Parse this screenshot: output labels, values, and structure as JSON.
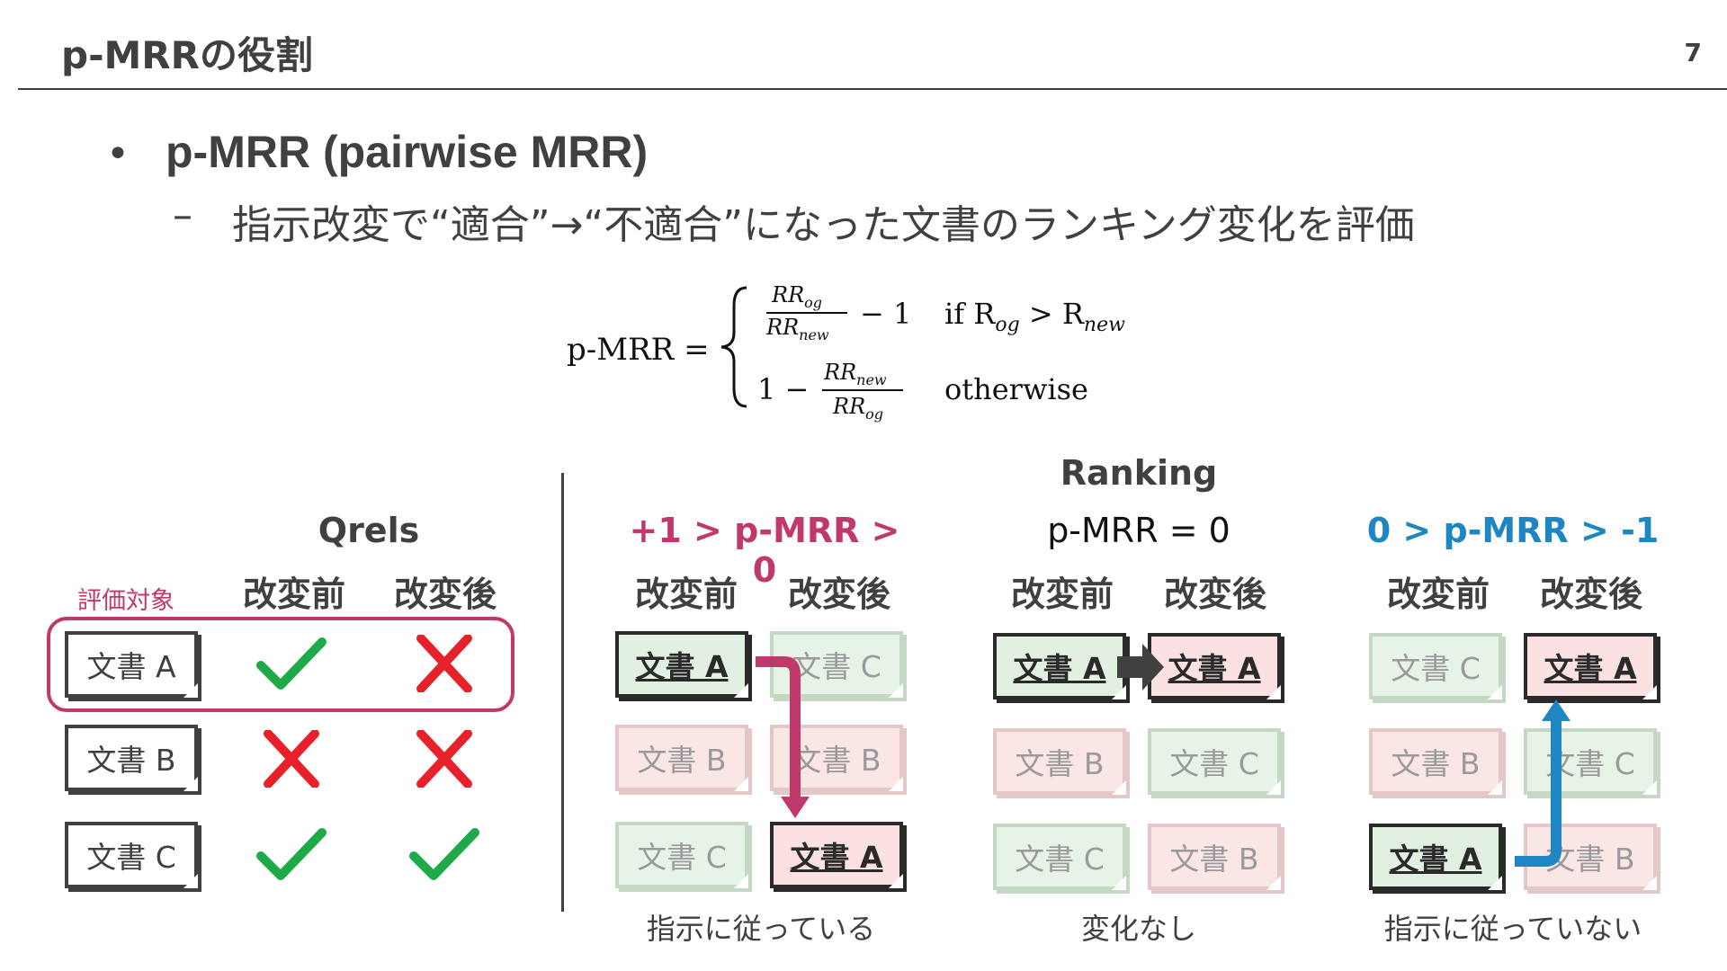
{
  "header": {
    "title": "p-MRRの役割",
    "page_number": "7"
  },
  "bullet": {
    "text": "p-MRR (pairwise MRR)",
    "sub": "指示改変で“適合”→“不適合”になった文書のランキング変化を評価"
  },
  "formula": {
    "lhs": "p-MRR =",
    "case1_num": "RR",
    "case1_num_sub": "og",
    "case1_den": "RR",
    "case1_den_sub": "new",
    "case1_tail": "− 1",
    "case1_cond": "if R",
    "case1_cond_sub1": "og",
    "case1_cond_mid": " > R",
    "case1_cond_sub2": "new",
    "case2_head": "1 −",
    "case2_num": "RR",
    "case2_num_sub": "new",
    "case2_den": "RR",
    "case2_den_sub": "og",
    "case2_cond": "otherwise"
  },
  "qrels": {
    "title": "Qrels",
    "eval_label": "評価対象",
    "before": "改変前",
    "after": "改変後",
    "rows": [
      {
        "doc": "文書 A",
        "before": "check",
        "after": "cross"
      },
      {
        "doc": "文書 B",
        "before": "cross",
        "after": "cross"
      },
      {
        "doc": "文書 C",
        "before": "check",
        "after": "check"
      }
    ]
  },
  "ranking": {
    "title": "Ranking",
    "panels": [
      {
        "heading": "+1 > p-MRR > 0",
        "heading_color": "#c0396b",
        "before": "改変前",
        "after": "改変後",
        "before_docs": [
          "文書 A",
          "文書 B",
          "文書 C"
        ],
        "after_docs": [
          "文書 C",
          "文書 B",
          "文書 A"
        ],
        "caption": "指示に従っている"
      },
      {
        "heading": "p-MRR = 0",
        "heading_color": "#111111",
        "before": "改変前",
        "after": "改変後",
        "before_docs": [
          "文書 A",
          "文書 B",
          "文書 C"
        ],
        "after_docs": [
          "文書 A",
          "文書 C",
          "文書 B"
        ],
        "caption": "変化なし"
      },
      {
        "heading": "0 > p-MRR > -1",
        "heading_color": "#1f86c4",
        "before": "改変前",
        "after": "改変後",
        "before_docs": [
          "文書 C",
          "文書 B",
          "文書 A"
        ],
        "after_docs": [
          "文書 A",
          "文書 C",
          "文書 B"
        ],
        "caption": "指示に従っていない"
      }
    ]
  },
  "colors": {
    "accent_pink": "#c0396b",
    "accent_blue": "#1f86c4",
    "check_green": "#1faa4a",
    "cross_red": "#e8202a"
  }
}
